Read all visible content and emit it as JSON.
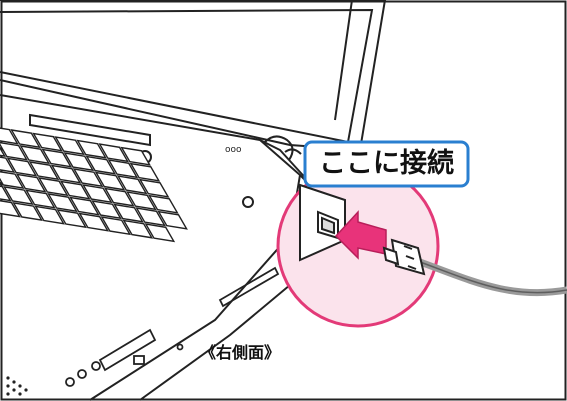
{
  "callout": {
    "text": "ここに接続"
  },
  "caption": {
    "text": "《右側面》"
  },
  "colors": {
    "outline": "#222222",
    "highlight_ring": "#e33a78",
    "highlight_fill": "#fbe3ec",
    "callout_border": "#2a7fd0",
    "arrow": "#e8337a",
    "cable": "#9a9a9a"
  },
  "icons": [
    "laptop-illustration",
    "lan-port",
    "lan-cable-plug",
    "insert-arrow"
  ]
}
